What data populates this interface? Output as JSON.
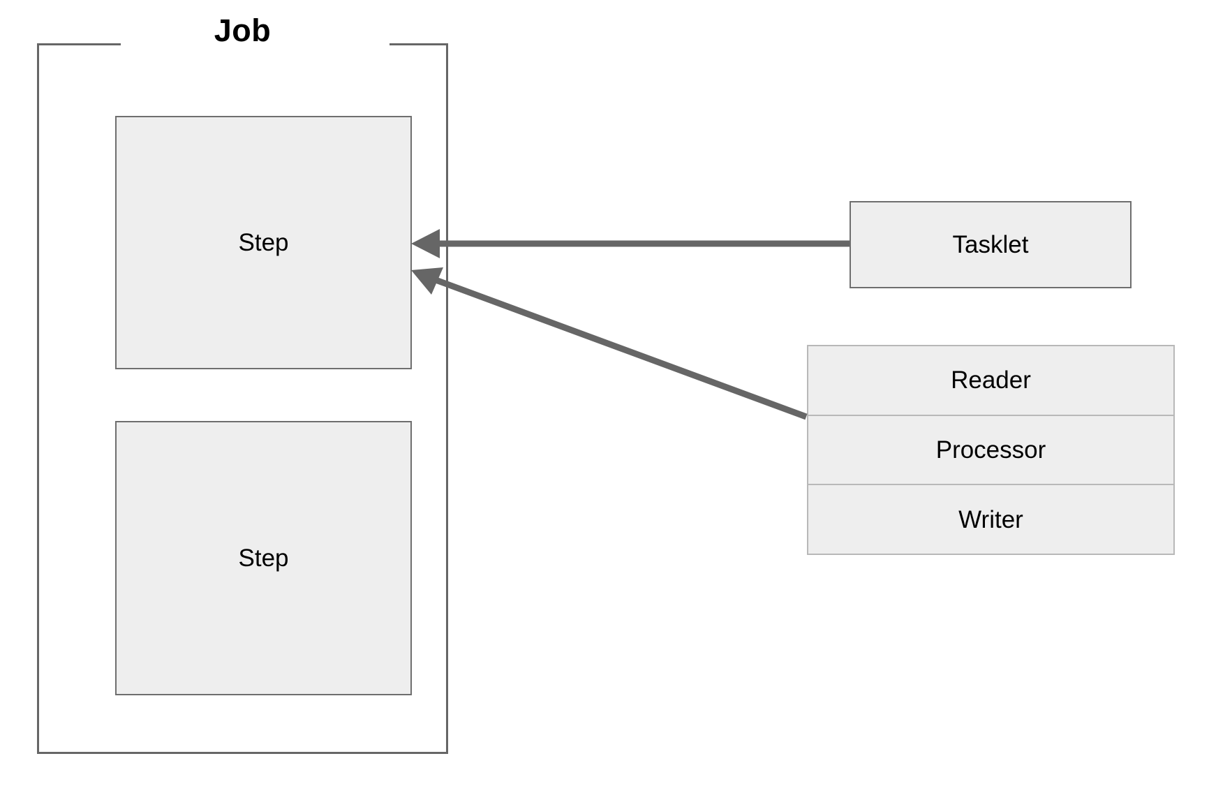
{
  "diagram": {
    "title": "Job",
    "type": "block-diagram",
    "background_color": "#ffffff",
    "group": {
      "label": "Job",
      "border_color": "#666666"
    },
    "steps": [
      {
        "label": "Step"
      },
      {
        "label": "Step"
      }
    ],
    "tasklet": {
      "label": "Tasklet",
      "fill_color": "#eeeeee",
      "border_color": "#6e6e6e"
    },
    "chunk": {
      "rows": [
        {
          "label": "Reader"
        },
        {
          "label": "Processor"
        },
        {
          "label": "Writer"
        }
      ],
      "fill_color": "#eeeeee",
      "border_color": "#b8b8b8"
    },
    "connectors": [
      {
        "name": "tasklet-to-step",
        "from": "Tasklet",
        "to": "Step",
        "style": "solid",
        "arrow_end": "step",
        "color": "#666666"
      },
      {
        "name": "chunk-to-step",
        "from": "Reader/Processor/Writer",
        "to": "Step",
        "style": "solid",
        "arrow_end": "step",
        "color": "#666666"
      }
    ]
  }
}
